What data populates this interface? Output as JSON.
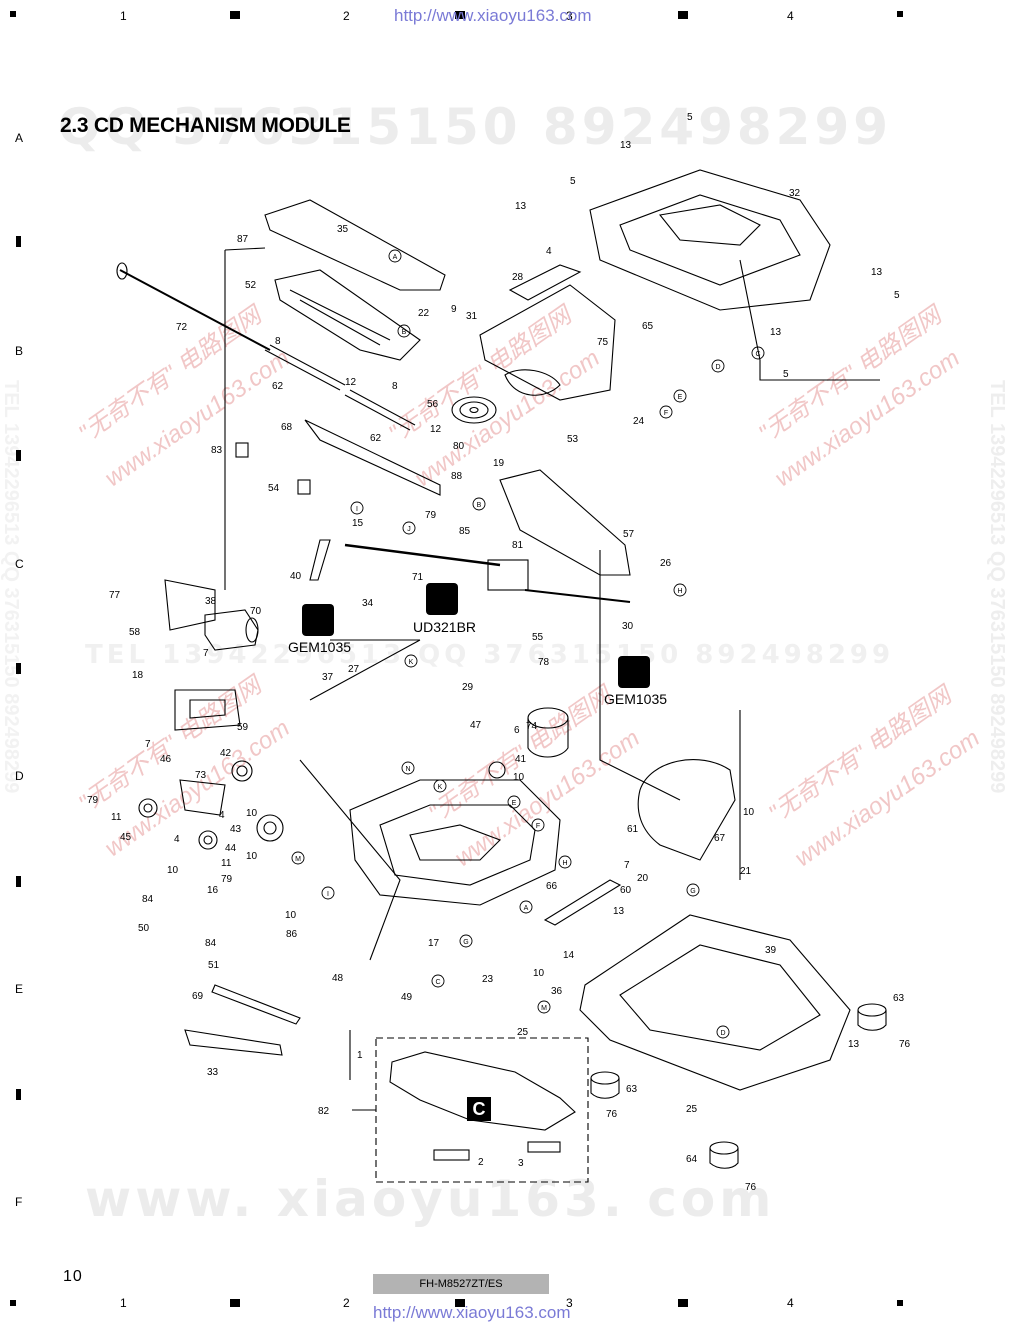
{
  "header": {
    "url": "http://www.xiaoyu163.com",
    "columns": [
      "1",
      "2",
      "3",
      "4"
    ]
  },
  "rows": [
    "A",
    "B",
    "C",
    "D",
    "E",
    "F"
  ],
  "title": "2.3 CD MECHANISM MODULE",
  "watermarks": {
    "qq_line": "QQ 376315150   892498299",
    "site_line": "www. xiaoyu163. com",
    "diag_cn": "\"无奇不有\" 电路图网",
    "diag_url": "www.xiaoyu163.com",
    "vert_tel": "TEL 13942296513  QQ 376315150  892498299",
    "mid_line": "TEL 13942296513  QQ 376315150  892498299"
  },
  "refs": {
    "gem_left": "GEM1035",
    "ud": "UD321BR",
    "gem_right": "GEM1035",
    "board": "C"
  },
  "part_numbers": [
    "1",
    "2",
    "3",
    "4",
    "5",
    "6",
    "7",
    "8",
    "9",
    "10",
    "11",
    "12",
    "13",
    "14",
    "15",
    "16",
    "17",
    "18",
    "19",
    "20",
    "21",
    "22",
    "23",
    "24",
    "25",
    "26",
    "27",
    "28",
    "29",
    "30",
    "31",
    "32",
    "33",
    "34",
    "35",
    "36",
    "37",
    "38",
    "39",
    "40",
    "41",
    "42",
    "43",
    "44",
    "45",
    "46",
    "47",
    "48",
    "49",
    "50",
    "51",
    "52",
    "53",
    "54",
    "55",
    "56",
    "57",
    "58",
    "59",
    "60",
    "61",
    "62",
    "63",
    "64",
    "65",
    "66",
    "67",
    "68",
    "69",
    "70",
    "71",
    "72",
    "73",
    "74",
    "75",
    "76",
    "77",
    "78",
    "79",
    "80",
    "81",
    "82",
    "83",
    "84",
    "85",
    "86",
    "87",
    "88"
  ],
  "connectors": [
    "A",
    "B",
    "C",
    "D",
    "E",
    "F",
    "G",
    "H",
    "I",
    "J",
    "K",
    "M",
    "N"
  ],
  "footer": {
    "page": "10",
    "model": "FH-M8527ZT/ES",
    "url": "http://www.xiaoyu163.com"
  }
}
